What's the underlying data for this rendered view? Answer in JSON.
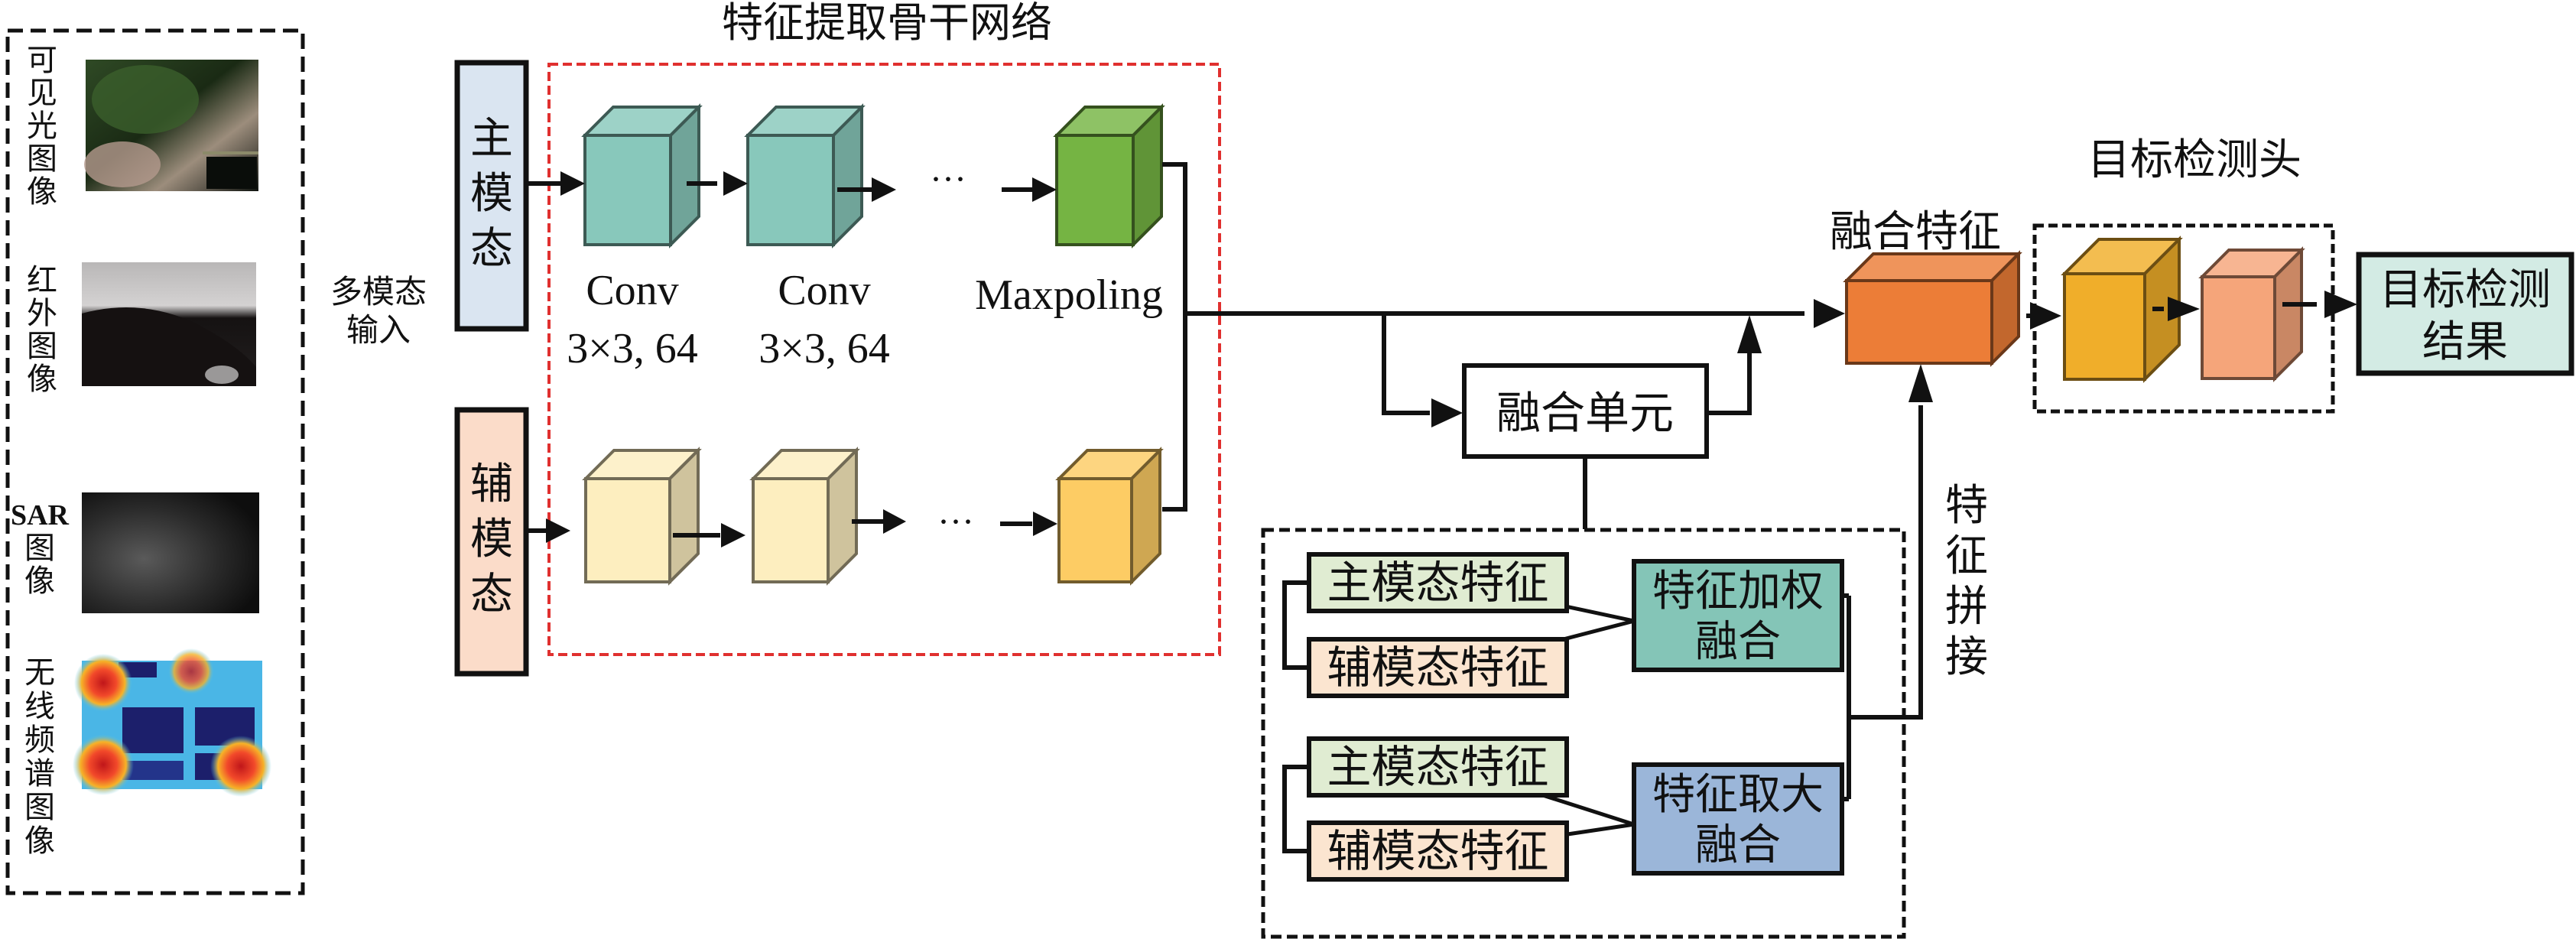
{
  "title": "特征提取骨干网络",
  "input_panel": {
    "side_label": [
      "多模态",
      "输入"
    ],
    "images": [
      {
        "label": [
          "可",
          "见",
          "光",
          "图",
          "像"
        ],
        "kind": "visible-light-image"
      },
      {
        "label": [
          "红",
          "外",
          "图",
          "像"
        ],
        "kind": "infrared-image"
      },
      {
        "label": [
          "SAR",
          "图",
          "像"
        ],
        "kind": "sar-image"
      },
      {
        "label": [
          "无",
          "线",
          "频",
          "谱",
          "图",
          "像"
        ],
        "kind": "wireless-spectrum-image"
      }
    ]
  },
  "modalities": {
    "primary": {
      "label": [
        "主",
        "模",
        "态"
      ],
      "color": "#dae5f1"
    },
    "auxiliary": {
      "label": [
        "辅",
        "模",
        "态"
      ],
      "color": "#fbdcc9"
    }
  },
  "backbone": {
    "primary_layers": [
      {
        "name": "Conv",
        "params": "3×3, 64",
        "color": "#88c8bb"
      },
      {
        "name": "Conv",
        "params": "3×3, 64",
        "color": "#88c8bb"
      },
      {
        "name": "Maxpoling",
        "params": "",
        "color": "#75b443"
      }
    ],
    "auxiliary_layers": [
      {
        "color": "#fdeebf"
      },
      {
        "color": "#fdeebf"
      },
      {
        "color": "#fdcc64"
      }
    ],
    "ellipsis": "···",
    "box_color": "#e0302f"
  },
  "fusion": {
    "unit_label": "融合单元",
    "fused_feature_label": "融合特征",
    "fused_color": "#ec7d37",
    "concat_label": [
      "特",
      "征",
      "拼",
      "接"
    ],
    "groups": [
      {
        "primary": "主模态特征",
        "auxiliary": "辅模态特征",
        "method": [
          "特征加权",
          "融合"
        ],
        "method_color": "#84c5b7"
      },
      {
        "primary": "主模态特征",
        "auxiliary": "辅模态特征",
        "method": [
          "特征取大",
          "融合"
        ],
        "method_color": "#9bb6d9"
      }
    ],
    "primary_feat_color": "#e0ecd2",
    "aux_feat_color": "#fbe5d0"
  },
  "detection_head": {
    "label": "目标检测头",
    "layers": [
      {
        "color": "#f0ae2a"
      },
      {
        "color": "#f5a57a"
      }
    ]
  },
  "result": {
    "label": [
      "目标检测",
      "结果"
    ],
    "color": "#d3ebe4"
  }
}
